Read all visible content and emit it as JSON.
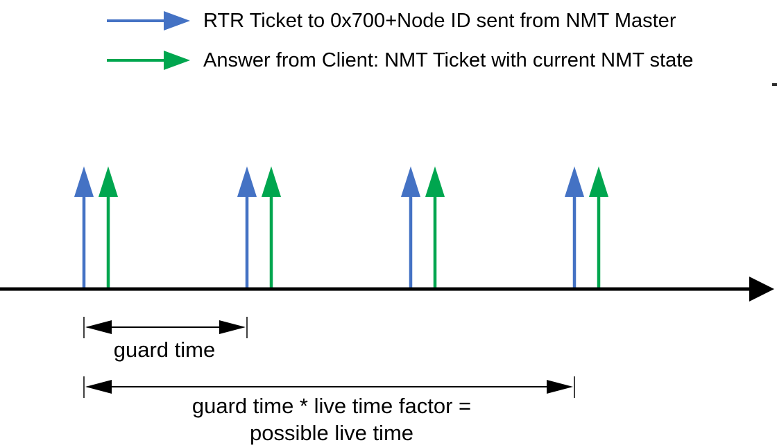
{
  "colors": {
    "rtr_blue": "#4472c4",
    "answer_green": "#00a64f",
    "axis_black": "#000000"
  },
  "legend": {
    "items": [
      {
        "icon": "right-arrow",
        "color": "#4472c4",
        "label": "RTR Ticket to 0x700+Node ID sent from NMT Master"
      },
      {
        "icon": "right-arrow",
        "color": "#00a64f",
        "label": "Answer from Client: NMT Ticket with current NMT state"
      }
    ]
  },
  "timeline": {
    "direction": "left-to-right",
    "event_pairs": [
      {
        "pair": 1,
        "arrows": [
          "rtr-ticket",
          "client-answer"
        ]
      },
      {
        "pair": 2,
        "arrows": [
          "rtr-ticket",
          "client-answer"
        ]
      },
      {
        "pair": 3,
        "arrows": [
          "rtr-ticket",
          "client-answer"
        ]
      },
      {
        "pair": 4,
        "arrows": [
          "rtr-ticket",
          "client-answer"
        ]
      }
    ]
  },
  "measurements": {
    "guard_time": {
      "label": "guard time",
      "spans": "pair 1 to pair 2"
    },
    "live_time": {
      "label_line1": "guard time * live time factor =",
      "label_line2": "possible live time",
      "spans": "pair 1 to pair 4"
    }
  }
}
